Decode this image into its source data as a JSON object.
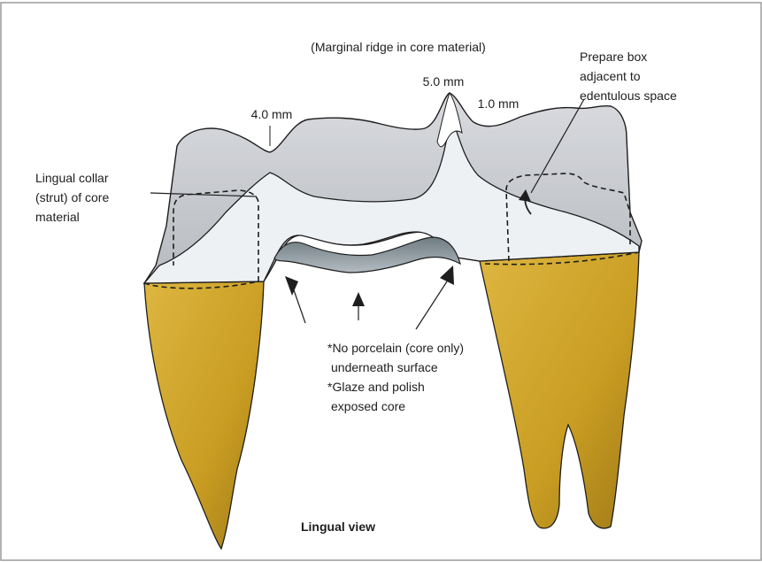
{
  "figure": {
    "header_note": "(Marginal ridge in core material)",
    "dimensions": {
      "left_ridge": "4.0 mm",
      "center_peak": "5.0 mm",
      "right_ridge": "1.0 mm"
    },
    "labels": {
      "lingual_collar": [
        "Lingual collar",
        "(strut) of core",
        "material"
      ],
      "prepare_box": [
        "Prepare box",
        "adjacent to",
        "edentulous space"
      ],
      "no_porcelain": [
        "*No porcelain (core only)",
        "underneath surface",
        "*Glaze and polish",
        "exposed core"
      ]
    },
    "caption": "Lingual view"
  },
  "colors": {
    "frame": "#9a9a9a",
    "porcelain": "#c9cbcf",
    "core_metal": "#eef1f4",
    "core_underside": "#8f9aa0",
    "root": "#cfa52c",
    "root_shade": "#a8801c",
    "line": "#1e1e1e"
  }
}
